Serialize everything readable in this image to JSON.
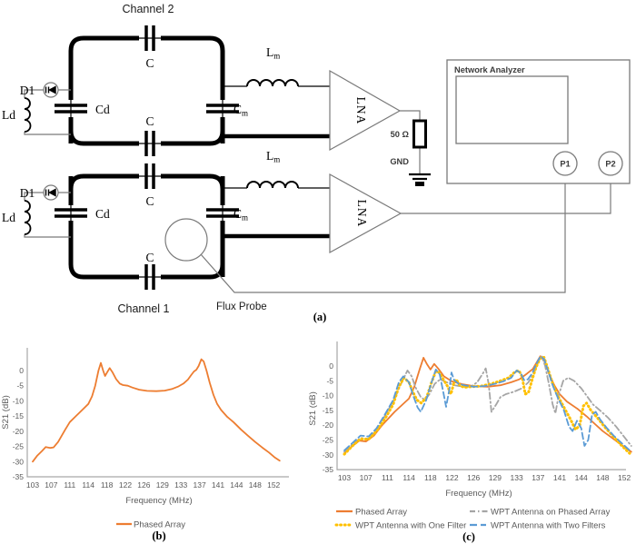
{
  "figure": {
    "a": "(a)",
    "b": "(b)",
    "c": "(c)"
  },
  "circuit": {
    "channel2": "Channel 2",
    "channel1": "Channel 1",
    "d1": "D1",
    "ld": "Ld",
    "cd": "Cd",
    "c": "C",
    "cm_main": "C",
    "cm_sub": "m",
    "lm_main": "L",
    "lm_sub": "m",
    "lna": "LNA",
    "resistor": "50 Ω",
    "gnd": "GND",
    "network_analyzer": "Network Analyzer",
    "p1": "P1",
    "p2": "P2",
    "flux_probe": "Flux Probe"
  },
  "chart_data": [
    {
      "id": "b",
      "type": "line",
      "title": "",
      "xlabel": "Frequency (MHz)",
      "ylabel": "S21 (dB)",
      "categories": [
        103,
        107,
        111,
        114,
        118,
        122,
        126,
        129,
        133,
        137,
        141,
        144,
        148,
        152
      ],
      "yticks": [
        0,
        -5,
        -10,
        -15,
        -20,
        -25,
        -30,
        -35
      ],
      "ylim": [
        -35,
        7
      ],
      "grid": false,
      "legend_position": "bottom",
      "series": [
        {
          "name": "Phased Array",
          "color": "#ED7D31",
          "style": "solid",
          "points": [
            [
              103,
              -30
            ],
            [
              104,
              -28
            ],
            [
              105,
              -26.5
            ],
            [
              105.8,
              -25.2
            ],
            [
              106.8,
              -25.5
            ],
            [
              107.5,
              -25.3
            ],
            [
              108.5,
              -23.5
            ],
            [
              110,
              -19.5
            ],
            [
              111,
              -17
            ],
            [
              112,
              -15
            ],
            [
              113,
              -13
            ],
            [
              114,
              -11
            ],
            [
              114.8,
              -8.5
            ],
            [
              115.5,
              -5
            ],
            [
              116.2,
              0
            ],
            [
              116.7,
              2.5
            ],
            [
              117.2,
              0
            ],
            [
              117.6,
              -1.8
            ],
            [
              118.1,
              -0.5
            ],
            [
              118.6,
              0.8
            ],
            [
              119.2,
              -0.5
            ],
            [
              120,
              -2.8
            ],
            [
              120.8,
              -4.3
            ],
            [
              121.5,
              -4.8
            ],
            [
              122.5,
              -5
            ],
            [
              123.5,
              -5.6
            ],
            [
              125,
              -6.3
            ],
            [
              126.5,
              -6.7
            ],
            [
              128,
              -6.8
            ],
            [
              129.5,
              -6.6
            ],
            [
              131,
              -6.1
            ],
            [
              132.5,
              -5.2
            ],
            [
              133.5,
              -4.3
            ],
            [
              134.5,
              -3
            ],
            [
              135.2,
              -1.5
            ],
            [
              135.8,
              -0.3
            ],
            [
              136.3,
              0.2
            ],
            [
              136.8,
              1.5
            ],
            [
              137.4,
              3.7
            ],
            [
              137.9,
              3
            ],
            [
              138.5,
              0
            ],
            [
              139.2,
              -4
            ],
            [
              140,
              -8
            ],
            [
              140.8,
              -11
            ],
            [
              141.5,
              -13
            ],
            [
              142.5,
              -15.3
            ],
            [
              143.5,
              -17
            ],
            [
              145,
              -19.5
            ],
            [
              146.5,
              -21.5
            ],
            [
              148,
              -23.5
            ],
            [
              149.5,
              -25.3
            ],
            [
              151,
              -27
            ],
            [
              152.3,
              -28.7
            ],
            [
              153.3,
              -29.7
            ]
          ]
        }
      ]
    },
    {
      "id": "c",
      "type": "line",
      "title": "",
      "xlabel": "Frequency (MHz)",
      "ylabel": "S21 (dB)",
      "categories": [
        103,
        107,
        111,
        114,
        118,
        122,
        126,
        129,
        133,
        137,
        141,
        144,
        148,
        152
      ],
      "yticks": [
        0,
        -5,
        -10,
        -15,
        -20,
        -25,
        -30,
        -35
      ],
      "ylim": [
        -35,
        7
      ],
      "grid": false,
      "legend_position": "bottom",
      "series": [
        {
          "name": "Phased Array",
          "color": "#ED7D31",
          "style": "solid",
          "points": [
            [
              103,
              -29.5
            ],
            [
              104.5,
              -27
            ],
            [
              105.8,
              -25.2
            ],
            [
              107,
              -25.5
            ],
            [
              108.5,
              -23.5
            ],
            [
              110,
              -20
            ],
            [
              112,
              -15.5
            ],
            [
              114,
              -11
            ],
            [
              115,
              -7
            ],
            [
              116,
              -1
            ],
            [
              116.7,
              2.8
            ],
            [
              117.4,
              0.5
            ],
            [
              118,
              -1.2
            ],
            [
              118.7,
              0.7
            ],
            [
              119.5,
              -1
            ],
            [
              120.5,
              -3.5
            ],
            [
              122,
              -5.2
            ],
            [
              124,
              -6.2
            ],
            [
              126,
              -6.8
            ],
            [
              128,
              -7
            ],
            [
              130,
              -6.5
            ],
            [
              132,
              -5.5
            ],
            [
              133.5,
              -4.5
            ],
            [
              135,
              -2.5
            ],
            [
              136,
              -1
            ],
            [
              137.4,
              3.3
            ],
            [
              138.2,
              1.5
            ],
            [
              139,
              -2.5
            ],
            [
              140,
              -6.5
            ],
            [
              141,
              -9.5
            ],
            [
              142,
              -12
            ],
            [
              143.5,
              -14.5
            ],
            [
              145,
              -17
            ],
            [
              146.5,
              -19.5
            ],
            [
              148,
              -22
            ],
            [
              149.5,
              -24
            ],
            [
              151,
              -26
            ],
            [
              152.5,
              -28
            ],
            [
              153.3,
              -29
            ]
          ]
        },
        {
          "name": "WPT Antenna on Phased Array",
          "color": "#A5A5A5",
          "style": "dashdot",
          "points": [
            [
              103,
              -29
            ],
            [
              104.5,
              -26.5
            ],
            [
              106,
              -24.3
            ],
            [
              107.5,
              -24.6
            ],
            [
              109,
              -21.5
            ],
            [
              110.5,
              -17
            ],
            [
              112,
              -11
            ],
            [
              113,
              -5.5
            ],
            [
              113.8,
              -1.5
            ],
            [
              114.5,
              -3.5
            ],
            [
              115.3,
              -7.5
            ],
            [
              116.2,
              -10.5
            ],
            [
              117,
              -11.5
            ],
            [
              117.8,
              -9.5
            ],
            [
              118.8,
              -6
            ],
            [
              119.8,
              -4.5
            ],
            [
              121,
              -5.5
            ],
            [
              122.5,
              -6.5
            ],
            [
              124,
              -7
            ],
            [
              125.5,
              -7
            ],
            [
              126.5,
              -5.5
            ],
            [
              127.3,
              -2.5
            ],
            [
              127.7,
              -0.8
            ],
            [
              128.1,
              -6
            ],
            [
              128.5,
              -15.5
            ],
            [
              129.2,
              -13
            ],
            [
              130,
              -10.5
            ],
            [
              131,
              -9.5
            ],
            [
              132.5,
              -8.7
            ],
            [
              134,
              -7.5
            ],
            [
              135.2,
              -5.5
            ],
            [
              136.2,
              -2.5
            ],
            [
              137.2,
              2.5
            ],
            [
              137.7,
              3.2
            ],
            [
              138.3,
              0
            ],
            [
              139,
              -6
            ],
            [
              139.7,
              -13
            ],
            [
              140.2,
              -16
            ],
            [
              140.8,
              -10
            ],
            [
              141.5,
              -5
            ],
            [
              142.2,
              -4
            ],
            [
              143,
              -5
            ],
            [
              144,
              -7.5
            ],
            [
              145,
              -10
            ],
            [
              146.2,
              -13
            ],
            [
              147.5,
              -15
            ],
            [
              149,
              -17.5
            ],
            [
              150.5,
              -20.5
            ],
            [
              152,
              -24
            ],
            [
              153.3,
              -27
            ]
          ]
        },
        {
          "name": "WPT Antenna with One Filter",
          "color": "#FFC000",
          "style": "dotted",
          "points": [
            [
              103,
              -29.8
            ],
            [
              104.5,
              -27
            ],
            [
              106,
              -24.6
            ],
            [
              107.5,
              -24.8
            ],
            [
              109,
              -22
            ],
            [
              110.5,
              -18
            ],
            [
              111.8,
              -13
            ],
            [
              112.6,
              -7
            ],
            [
              113.3,
              -4
            ],
            [
              114,
              -5.5
            ],
            [
              114.8,
              -9
            ],
            [
              115.5,
              -11.5
            ],
            [
              116.3,
              -12.5
            ],
            [
              117.3,
              -10.5
            ],
            [
              118.2,
              -5.5
            ],
            [
              119,
              -1.8
            ],
            [
              119.6,
              -2.2
            ],
            [
              120.4,
              -4.5
            ],
            [
              121.2,
              -7
            ],
            [
              121.8,
              -9.5
            ],
            [
              122.3,
              -6
            ],
            [
              122.8,
              -4.5
            ],
            [
              123.4,
              -6.5
            ],
            [
              124.2,
              -7.2
            ],
            [
              125.5,
              -7
            ],
            [
              127,
              -6.8
            ],
            [
              128.5,
              -6
            ],
            [
              130,
              -5
            ],
            [
              131.5,
              -4
            ],
            [
              132.7,
              -2
            ],
            [
              133.4,
              -1.5
            ],
            [
              134,
              -3.5
            ],
            [
              134.6,
              -9.5
            ],
            [
              135.2,
              -9
            ],
            [
              135.9,
              -4.5
            ],
            [
              136.6,
              -0.5
            ],
            [
              137.4,
              2.7
            ],
            [
              138.1,
              2.9
            ],
            [
              138.9,
              -1.5
            ],
            [
              139.6,
              -5.5
            ],
            [
              140.5,
              -9.5
            ],
            [
              141.5,
              -13.5
            ],
            [
              142.5,
              -18
            ],
            [
              143.2,
              -21.5
            ],
            [
              143.8,
              -20
            ],
            [
              144.4,
              -13.5
            ],
            [
              145,
              -12.5
            ],
            [
              145.8,
              -15
            ],
            [
              147,
              -17.5
            ],
            [
              148.3,
              -20.5
            ],
            [
              149.8,
              -23.5
            ],
            [
              151.3,
              -26.5
            ],
            [
              153,
              -29.5
            ]
          ]
        },
        {
          "name": "WPT Antenna with Two Filters",
          "color": "#5B9BD5",
          "style": "dashed",
          "points": [
            [
              103,
              -28.5
            ],
            [
              104.5,
              -26
            ],
            [
              106,
              -23.5
            ],
            [
              107.5,
              -23.8
            ],
            [
              109,
              -21
            ],
            [
              110.5,
              -16.5
            ],
            [
              111.8,
              -11.5
            ],
            [
              112.6,
              -5.5
            ],
            [
              113.2,
              -3.5
            ],
            [
              114,
              -5.5
            ],
            [
              114.8,
              -10
            ],
            [
              115.6,
              -14
            ],
            [
              116.2,
              -15.5
            ],
            [
              117.2,
              -11.5
            ],
            [
              118.2,
              -5.5
            ],
            [
              119,
              -1.2
            ],
            [
              119.7,
              -2.8
            ],
            [
              120.4,
              -9
            ],
            [
              120.9,
              -13.8
            ],
            [
              121.5,
              -8
            ],
            [
              121.9,
              -2.2
            ],
            [
              122.4,
              -4.8
            ],
            [
              123.2,
              -6
            ],
            [
              124.5,
              -6.6
            ],
            [
              126,
              -7
            ],
            [
              127.5,
              -6.8
            ],
            [
              129,
              -6
            ],
            [
              130.5,
              -5.2
            ],
            [
              132,
              -4
            ],
            [
              133,
              -1.5
            ],
            [
              133.8,
              -2.5
            ],
            [
              134.4,
              -4.8
            ],
            [
              135.1,
              -4.5
            ],
            [
              135.9,
              -2.5
            ],
            [
              136.6,
              0.5
            ],
            [
              137.4,
              3.2
            ],
            [
              138.1,
              2.4
            ],
            [
              138.9,
              -2
            ],
            [
              139.7,
              -6.5
            ],
            [
              140.6,
              -10.5
            ],
            [
              141.6,
              -15
            ],
            [
              142.3,
              -20.5
            ],
            [
              142.8,
              -22
            ],
            [
              143.4,
              -18.5
            ],
            [
              144,
              -21
            ],
            [
              144.6,
              -27
            ],
            [
              145.3,
              -25
            ],
            [
              146,
              -16.5
            ],
            [
              146.7,
              -15.5
            ],
            [
              147.5,
              -18
            ],
            [
              148.7,
              -20.8
            ],
            [
              150,
              -23.5
            ],
            [
              151.5,
              -26
            ],
            [
              153,
              -28.5
            ]
          ]
        }
      ]
    }
  ]
}
